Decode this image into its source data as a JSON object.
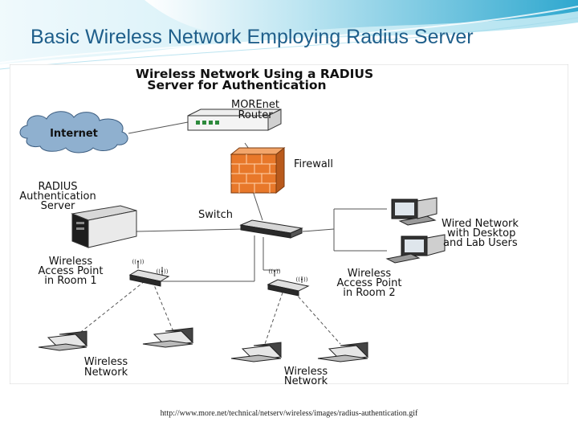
{
  "slide": {
    "title": "Basic Wireless Network Employing Radius Server",
    "source_url": "http://www.more.net/technical/netserv/wireless/images/radius-authentication.gif"
  },
  "diagram": {
    "title_line1": "Wireless Network Using a RADIUS",
    "title_line2": "Server for Authentication",
    "internet": "Internet",
    "router": [
      "MOREnet",
      "Router"
    ],
    "firewall": "Firewall",
    "radius": [
      "RADIUS",
      "Authentication",
      "Server"
    ],
    "switch": "Switch",
    "wired": [
      "Wired Network",
      "with Desktop",
      "and Lab Users"
    ],
    "ap1": [
      "Wireless",
      "Access Point",
      "in Room 1"
    ],
    "ap2": [
      "Wireless",
      "Access Point",
      "in Room 2"
    ],
    "wireless1": [
      "Wireless",
      "Network"
    ],
    "wireless2": [
      "Wireless",
      "Network"
    ]
  },
  "colors": {
    "title": "#1f5f8b",
    "header_teal": "#3fb6d6",
    "firewall": "#e8782a",
    "cloud": "#8fb0cf"
  }
}
